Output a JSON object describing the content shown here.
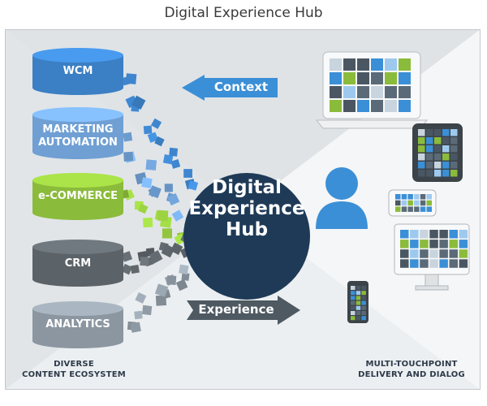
{
  "title": "Digital Experience Hub",
  "sources": [
    {
      "label": "WCM",
      "color": "#3b7fc4"
    },
    {
      "label": "MARKETING\nAUTOMATION",
      "color": "#6f9fd3"
    },
    {
      "label": "e-COMMERCE",
      "color": "#8bbb3b"
    },
    {
      "label": "CRM",
      "color": "#5c6368"
    },
    {
      "label": "ANALYTICS",
      "color": "#8b96a0"
    }
  ],
  "hub": {
    "label": "Digital\nExperience\nHub",
    "color": "#1e3a57"
  },
  "context_arrow": {
    "label": "Context",
    "color": "#3b8fd6"
  },
  "experience_arrow": {
    "label": "Experience",
    "color": "#4e5961"
  },
  "left_caption": "DIVERSE\nCONTENT ECOSYSTEM",
  "right_caption": "MULTI-TOUCHPOINT\nDELIVERY AND DIALOG",
  "devices": [
    "laptop-icon",
    "tablet-icon",
    "smartphone-landscape-icon",
    "monitor-icon",
    "feature-phone-icon"
  ],
  "user_icon": "user-icon"
}
